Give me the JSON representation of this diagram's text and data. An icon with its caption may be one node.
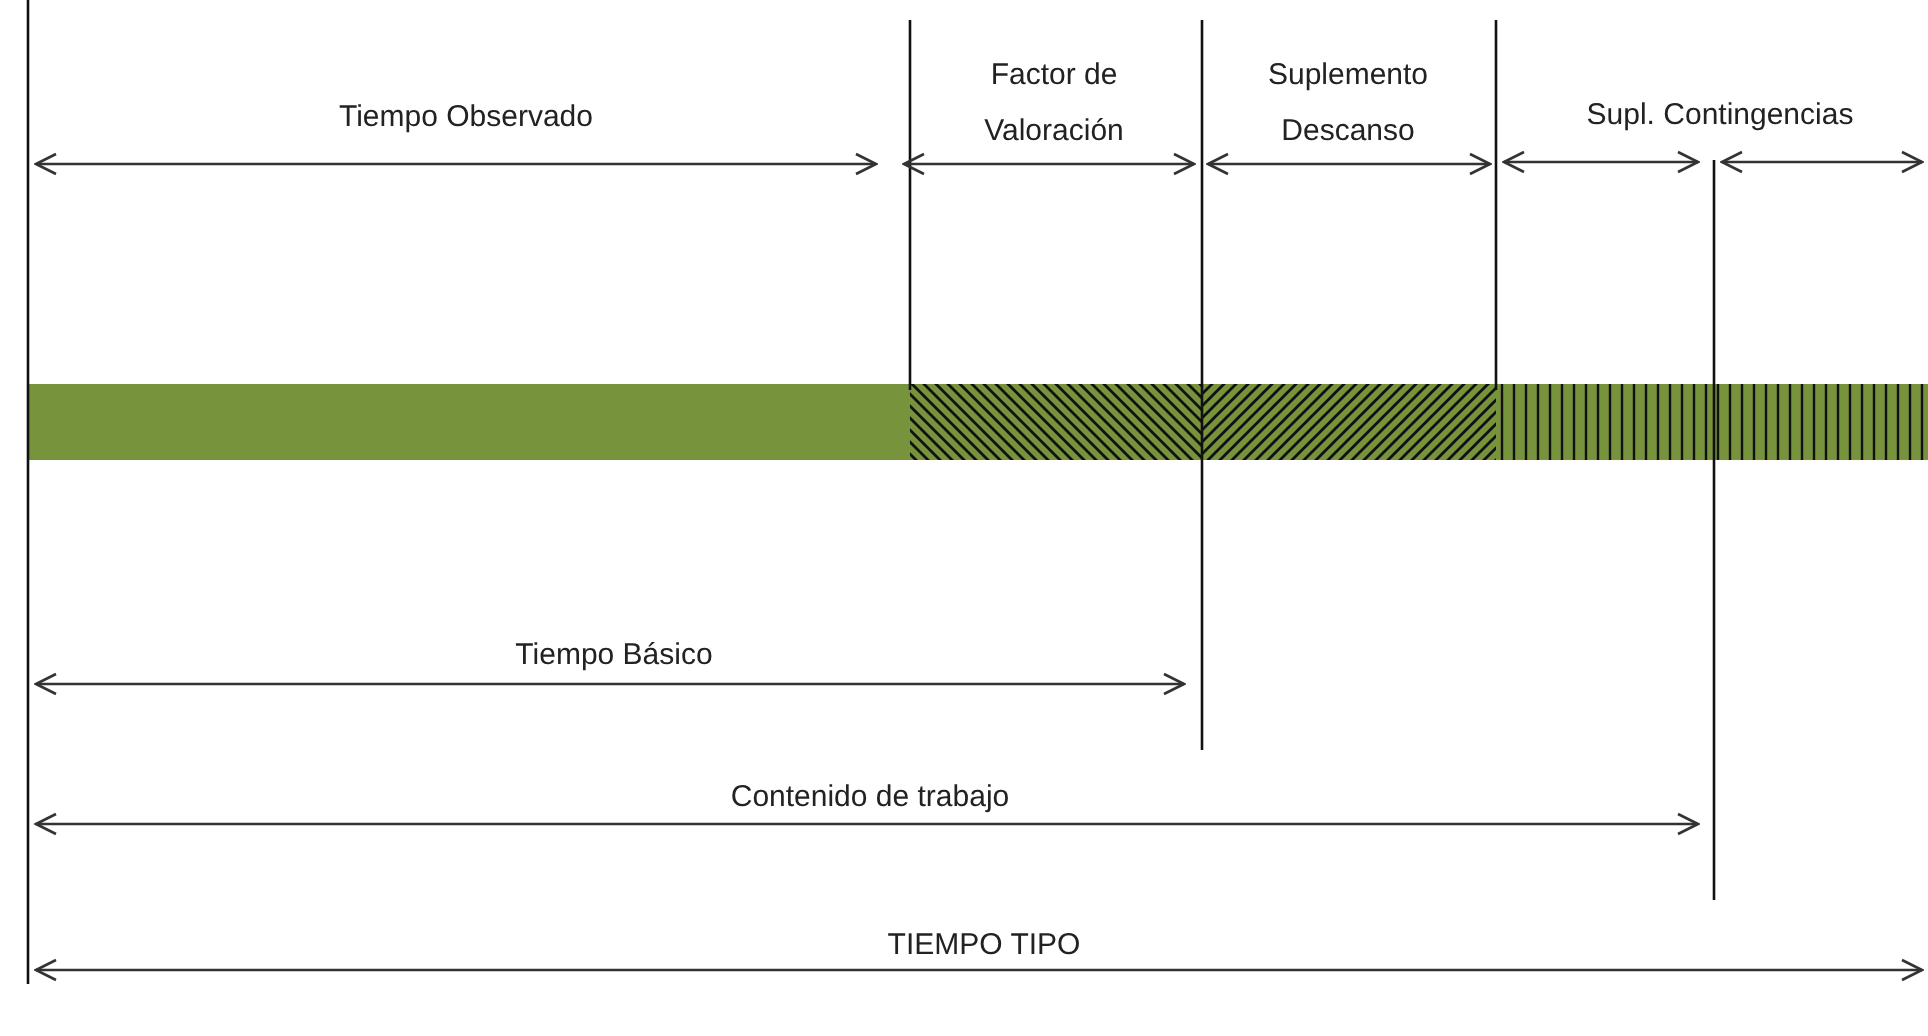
{
  "diagram": {
    "labels": [
      "Tiempo Observado",
      "Factor de Valoración",
      "Suplemento Descanso",
      "Supl. Contingencias",
      "Tiempo Básico",
      "Contenido de trabajo",
      "TIEMPO TIPO"
    ]
  }
}
